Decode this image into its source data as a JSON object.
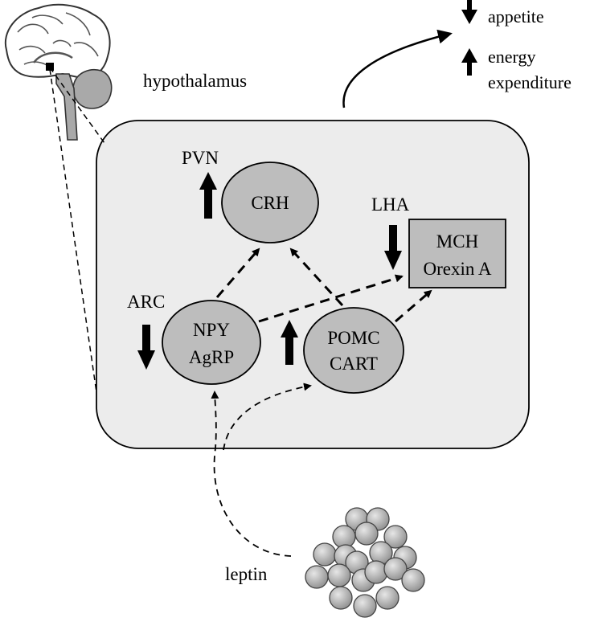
{
  "labels": {
    "hypothalamus": "hypothalamus",
    "leptin": "leptin",
    "pvn": "PVN",
    "lha": "LHA",
    "arc": "ARC"
  },
  "nodes": {
    "crh": {
      "line1": "CRH"
    },
    "npy_agrp": {
      "line1": "NPY",
      "line2": "AgRP"
    },
    "pomc_cart": {
      "line1": "POMC",
      "line2": "CART"
    },
    "mch_orexin": {
      "line1": "MCH",
      "line2": "Orexin A"
    }
  },
  "legend": {
    "appetite": "appetite",
    "energy_line1": "energy",
    "energy_line2": "expenditure"
  },
  "colors": {
    "panel_fill": "#ececec",
    "node_fill": "#bdbdbd",
    "brain_fill": "#ffffff",
    "brainstem_fill": "#a9a9a9",
    "cell_fill": "#b5b5b5"
  },
  "icons": {
    "up_arrow": "up-arrow-icon",
    "down_arrow": "down-arrow-icon",
    "brain": "brain-icon",
    "fat_cells": "adipose-cells-icon"
  }
}
